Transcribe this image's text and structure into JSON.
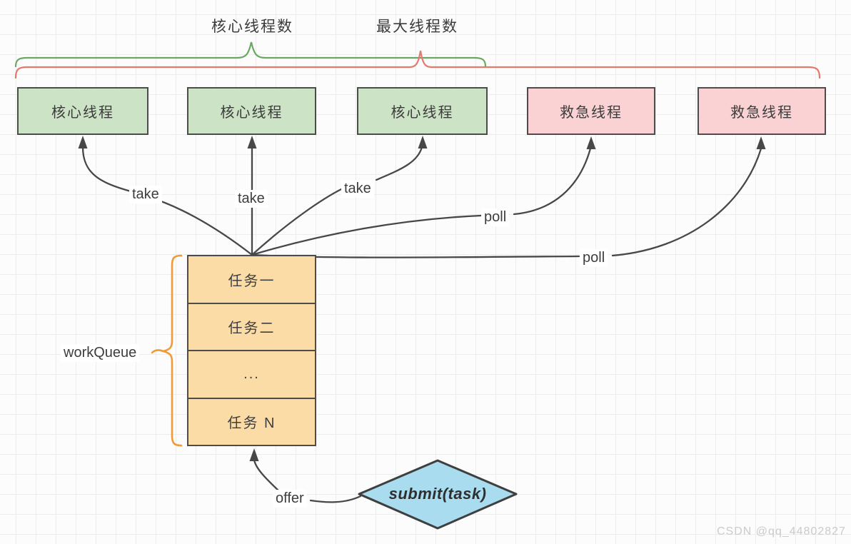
{
  "annotations": {
    "core_pool_size": "核心线程数",
    "max_pool_size": "最大线程数",
    "take": "take",
    "poll": "poll",
    "offer": "offer"
  },
  "threads": {
    "core": [
      "核心线程",
      "核心线程",
      "核心线程"
    ],
    "emergency": [
      "救急线程",
      "救急线程"
    ]
  },
  "queue": {
    "label": "workQueue",
    "items": [
      "任务一",
      "任务二",
      "...",
      "任务 N"
    ]
  },
  "submit": {
    "label": "submit(task)"
  },
  "watermark": "CSDN @qq_44802827",
  "colors": {
    "core_thread_fill": "#cde3c6",
    "emergency_thread_fill": "#fad2d3",
    "queue_fill": "#fcdca6",
    "submit_fill": "#a8dcee",
    "core_brace": "#6aa863",
    "max_brace": "#e4796e",
    "queue_brace": "#f29a38",
    "line": "#474747"
  }
}
